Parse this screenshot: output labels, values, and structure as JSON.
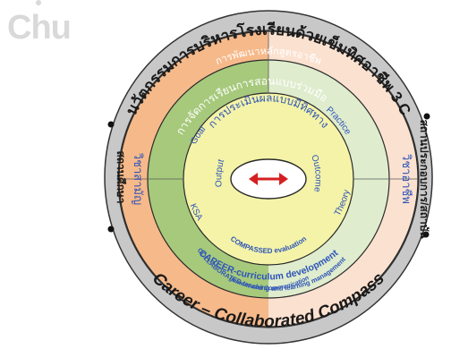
{
  "logo": {
    "text": "Chu"
  },
  "outer_ring": {
    "title_top": "นวัตกรรมการบริหารโรงเรียนด้วยเข็มทิศอาชีพ 3 C",
    "title_bottom": "Career – Collaborated Compass",
    "left_label": "สถานศึกษา",
    "right_label": "สถานประกอบการ/สถาบัน"
  },
  "ring_curriculum": {
    "top_label": "การพัฒนาหลักสูตรอาชีพ",
    "left_label": "วิชาสามัญ",
    "right_label": "วิชาอาชีพ",
    "bottom_label": "CAREER-curriculum  development",
    "bottom_sub": "Management and Communication Skill"
  },
  "ring_teaching": {
    "top_label": "การจัดการเรียนการสอนแบบร่วมมือ",
    "left_label": "Goal",
    "right_label": "Practice",
    "lower_left": "KSA",
    "lower_right": "Theory",
    "bottom_label": "COLLABORATED-teaching and learning management"
  },
  "ring_evaluation": {
    "top_label": "การประเมินผลแบบมีทิศทาง",
    "left_label": "Output",
    "right_label": "Outcome",
    "bottom_label": "COMPASSED evaluation"
  },
  "colors": {
    "outer": "#c8c8c8",
    "curriculum_left": "#f6b98a",
    "curriculum_right": "#fbe1d0",
    "teaching_left": "#a6c97c",
    "teaching_right": "#dfeccd",
    "evaluation": "#f4f3a8",
    "center": "#ffffff",
    "title_text": "#1a1a1a",
    "blue_text": "#2e55b8",
    "white_text": "#ffffff",
    "arrow": "#d42020"
  }
}
